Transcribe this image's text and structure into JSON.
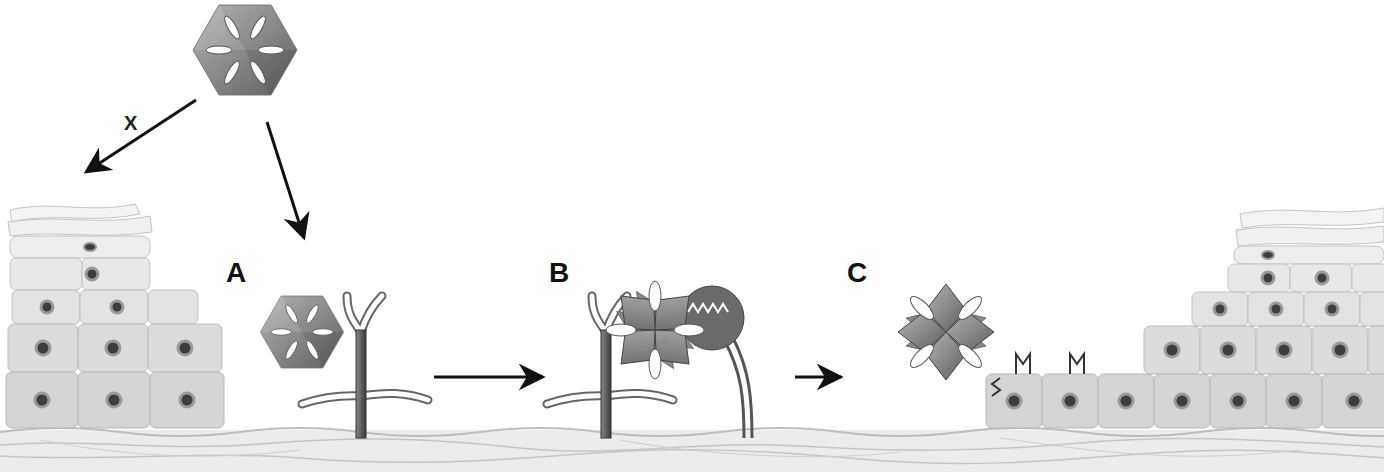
{
  "diagram": {
    "nodes": [
      {
        "text": [
          "A"
        ]
      },
      {
        "text": [
          "B"
        ]
      },
      {
        "text": [
          "C"
        ]
      }
    ],
    "edges": [
      {
        "from": 0,
        "to": 1,
        "arrow": "to"
      },
      {
        "from": 1,
        "to": 2,
        "arrow": "to"
      }
    ],
    "labels": [
      "X"
    ]
  }
}
